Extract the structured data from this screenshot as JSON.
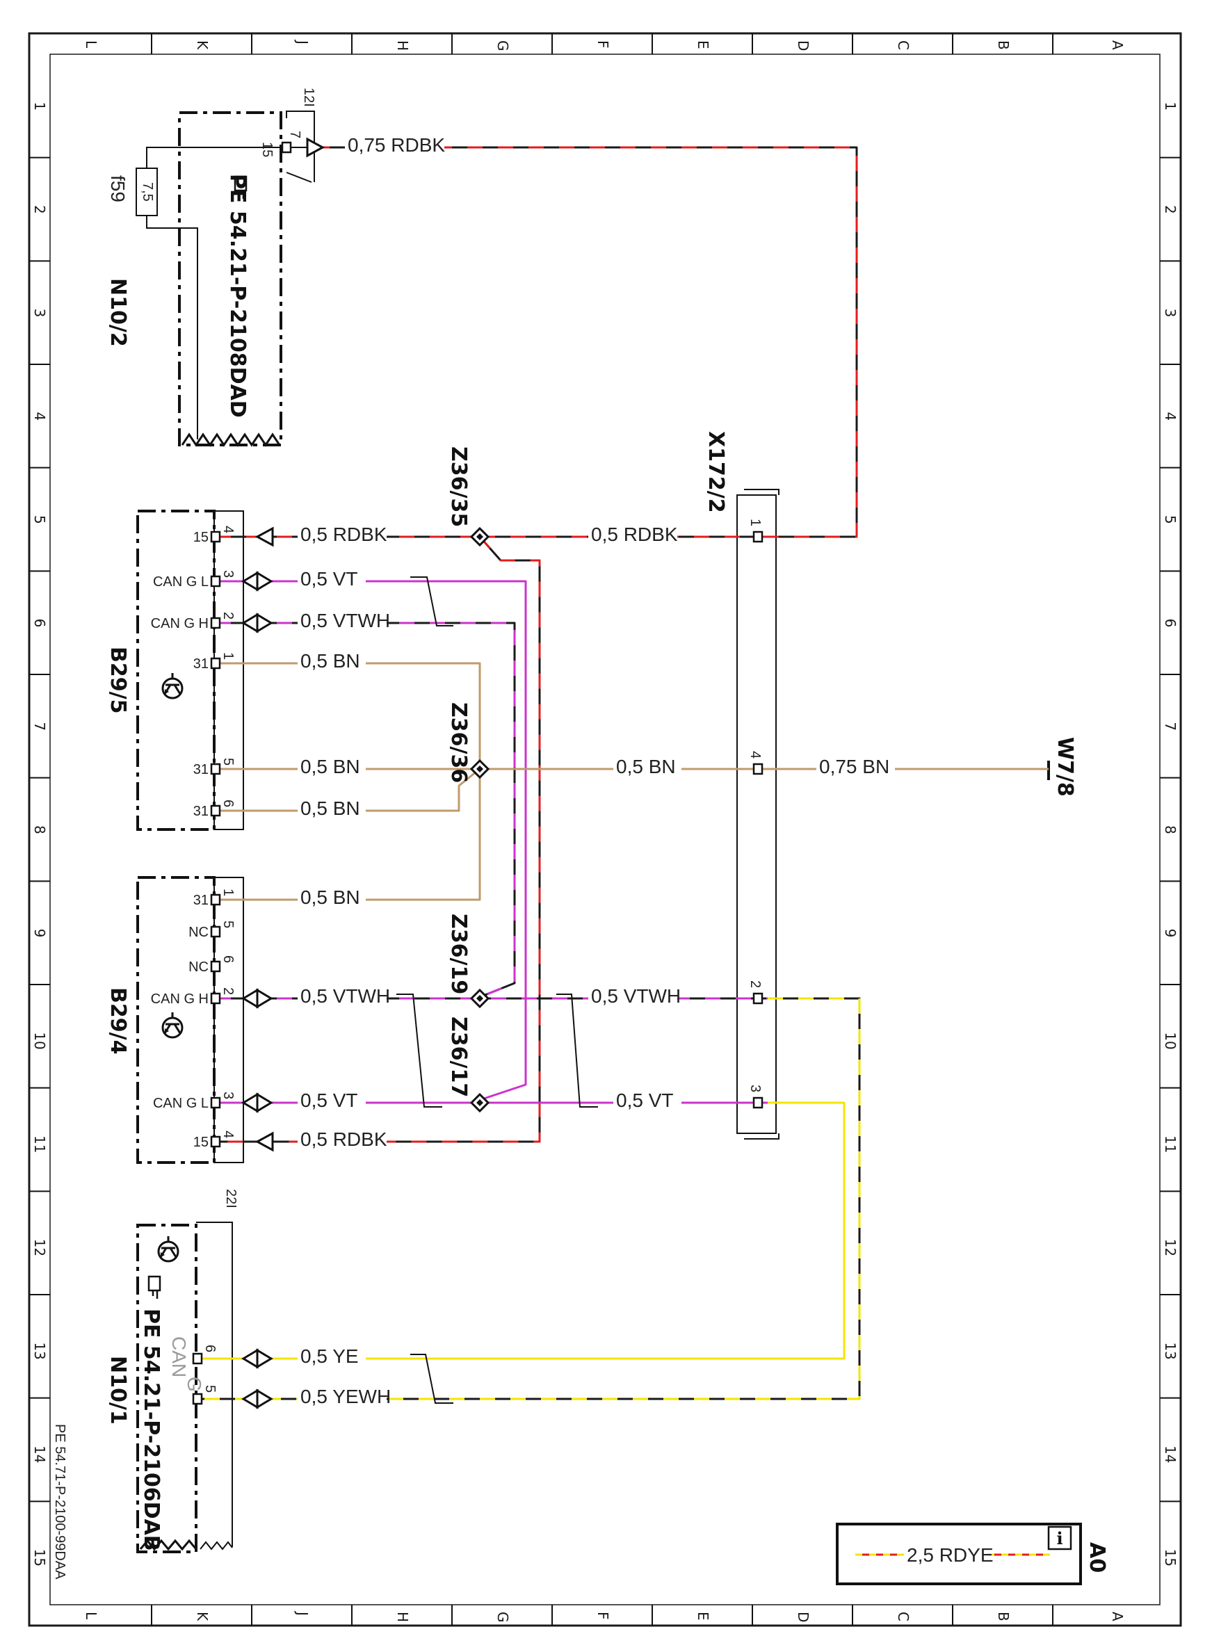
{
  "zones": {
    "columns": [
      "L",
      "K",
      "J",
      "H",
      "G",
      "F",
      "E",
      "D",
      "C",
      "B",
      "A"
    ],
    "rows": [
      "1",
      "2",
      "3",
      "4",
      "5",
      "6",
      "7",
      "8",
      "9",
      "10",
      "11",
      "12",
      "13",
      "14",
      "15"
    ]
  },
  "components": {
    "n10_2": {
      "name": "N10/2",
      "ref": "PE 54.21-P-2108DAD",
      "page_ref": "12I",
      "fuse_name": "f59",
      "fuse_rating": "7,5",
      "pins": [
        "15",
        "7"
      ]
    },
    "b29_5": {
      "name": "B29/5",
      "pins": [
        {
          "num": "4",
          "label": "15"
        },
        {
          "num": "3",
          "label": "CAN G L"
        },
        {
          "num": "2",
          "label": "CAN G H"
        },
        {
          "num": "1",
          "label": "31"
        },
        {
          "num": "5",
          "label": "31"
        },
        {
          "num": "6",
          "label": "31"
        }
      ]
    },
    "b29_4": {
      "name": "B29/4",
      "pins": [
        {
          "num": "1",
          "label": "31"
        },
        {
          "num": "5",
          "label": "NC"
        },
        {
          "num": "6",
          "label": "NC"
        },
        {
          "num": "2",
          "label": "CAN G H"
        },
        {
          "num": "3",
          "label": "CAN G L"
        },
        {
          "num": "4",
          "label": "15"
        }
      ]
    },
    "n10_1": {
      "name": "N10/1",
      "ref": "PE 54.21-P-2106DAB",
      "page_ref": "22I",
      "can_label_1": "CAN",
      "can_label_2": "G",
      "pins": [
        "6",
        "5"
      ]
    },
    "x172_2": {
      "name": "X172/2",
      "pins": [
        "1",
        "4",
        "2",
        "3"
      ]
    },
    "w7_8": {
      "name": "W7/8"
    }
  },
  "splices": [
    "Z36/35",
    "Z36/36",
    "Z36/19",
    "Z36/17"
  ],
  "wires": {
    "n10_2_out": "0,75 RDBK",
    "b29_5_p4": "0,5 RDBK",
    "b29_5_p3": "0,5 VT",
    "b29_5_p2": "0,5 VTWH",
    "b29_5_p1": "0,5 BN",
    "b29_5_p5": "0,5 BN",
    "b29_5_p6": "0,5 BN",
    "b29_4_p1": "0,5 BN",
    "b29_4_p2": "0,5 VTWH",
    "b29_4_p3": "0,5 VT",
    "b29_4_p4": "0,5 RDBK",
    "n10_1_p6": "0,5 YE",
    "n10_1_p5": "0,5 YEWH",
    "z35_x1": "0,5 RDBK",
    "z36_x4": "0,5 BN",
    "x4_w78": "0,75 BN",
    "z19_x2": "0,5 VTWH",
    "z17_x3": "0,5 VT"
  },
  "legend": {
    "label": "2,5 RDYE",
    "code": "A0",
    "icon": "info-icon"
  },
  "footer": "PE 54.71-P-2100-99DAA",
  "colors": {
    "red": "#e21d1d",
    "black": "#1a1a1a",
    "violet": "#cc33cc",
    "brown": "#c19a6b",
    "yellow": "#f2e600"
  }
}
